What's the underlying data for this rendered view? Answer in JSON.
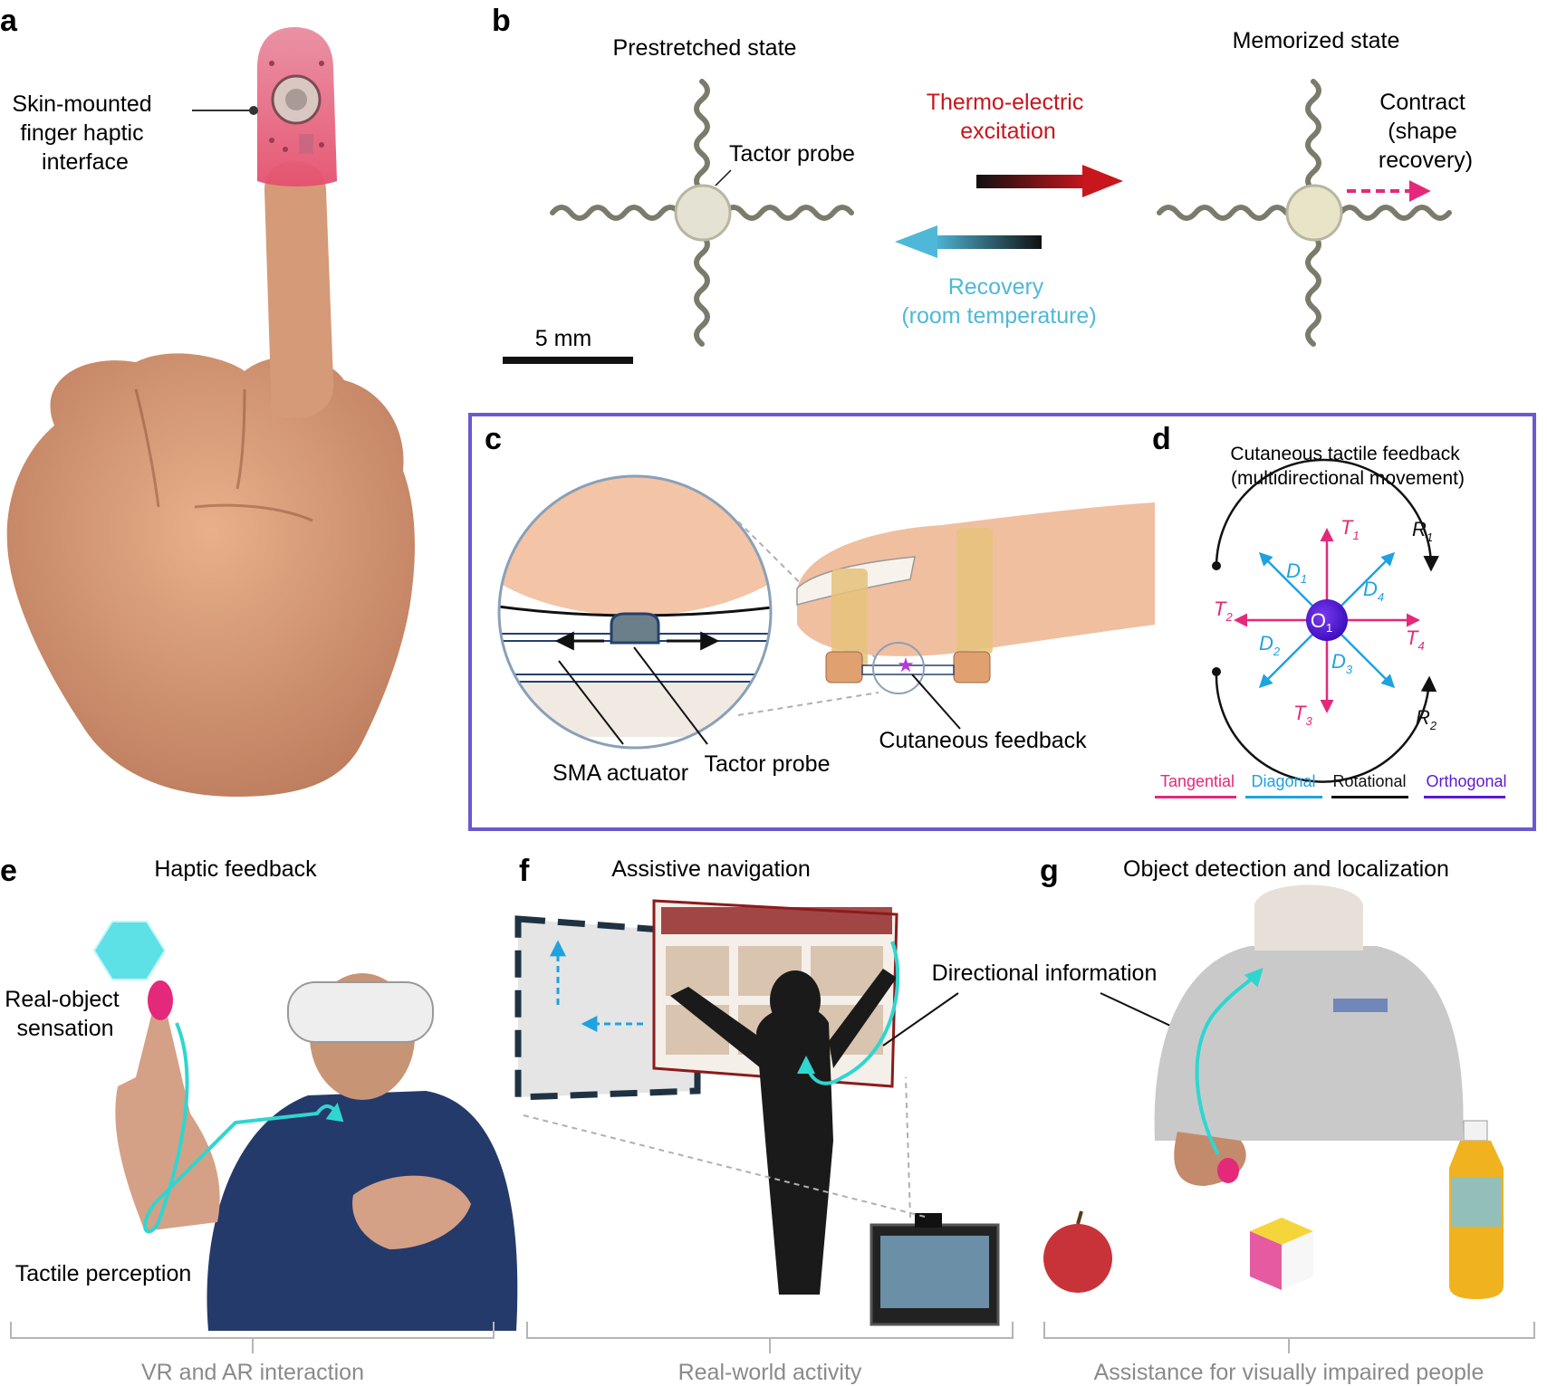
{
  "panels": {
    "a": {
      "letter": "a",
      "label_line1": "Skin-mounted",
      "label_line2": "finger haptic",
      "label_line3": "interface"
    },
    "b": {
      "letter": "b",
      "left_title": "Prestretched state",
      "right_title": "Memorized state",
      "tactor_label": "Tactor probe",
      "forward_line1": "Thermo-electric",
      "forward_line2": "excitation",
      "backward_line1": "Recovery",
      "backward_line2": "(room temperature)",
      "contract_line1": "Contract",
      "contract_line2": "(shape",
      "contract_line3": "recovery)",
      "scale_label": "5 mm",
      "colors": {
        "forward": "#c8161d",
        "backward": "#4fb8d8",
        "contract": "#e4297a"
      }
    },
    "c": {
      "letter": "c",
      "sma_label": "SMA actuator",
      "tactor_label": "Tactor probe",
      "feedback_label": "Cutaneous feedback"
    },
    "d": {
      "letter": "d",
      "title_line1": "Cutaneous tactile feedback",
      "title_line2": "(multidirectional movement)",
      "center_label": "O",
      "center_sub": "1",
      "labels": {
        "T1": "T",
        "T1_sub": "1",
        "T2": "T",
        "T2_sub": "2",
        "T3": "T",
        "T3_sub": "3",
        "T4": "T",
        "T4_sub": "4",
        "D1": "D",
        "D1_sub": "1",
        "D2": "D",
        "D2_sub": "2",
        "D3": "D",
        "D3_sub": "3",
        "D4": "D",
        "D4_sub": "4",
        "R1": "R",
        "R1_sub": "1",
        "R2": "R",
        "R2_sub": "2"
      },
      "legend": [
        {
          "label": "Tangential",
          "color": "#e4297a"
        },
        {
          "label": "Diagonal",
          "color": "#1fa2e0"
        },
        {
          "label": "Rotational",
          "color": "#111111"
        },
        {
          "label": "Orthogonal",
          "color": "#5b18d6"
        }
      ],
      "box_color": "#6a5acd"
    },
    "e": {
      "letter": "e",
      "title": "Haptic feedback",
      "real_object_line1": "Real-object",
      "real_object_line2": "sensation",
      "tactile_label": "Tactile perception",
      "bracket_caption": "VR and AR interaction"
    },
    "f": {
      "letter": "f",
      "title": "Assistive navigation",
      "directional_label": "Directional information",
      "bracket_caption": "Real-world activity"
    },
    "g": {
      "letter": "g",
      "title": "Object detection and localization",
      "bracket_caption": "Assistance for visually impaired people"
    }
  }
}
